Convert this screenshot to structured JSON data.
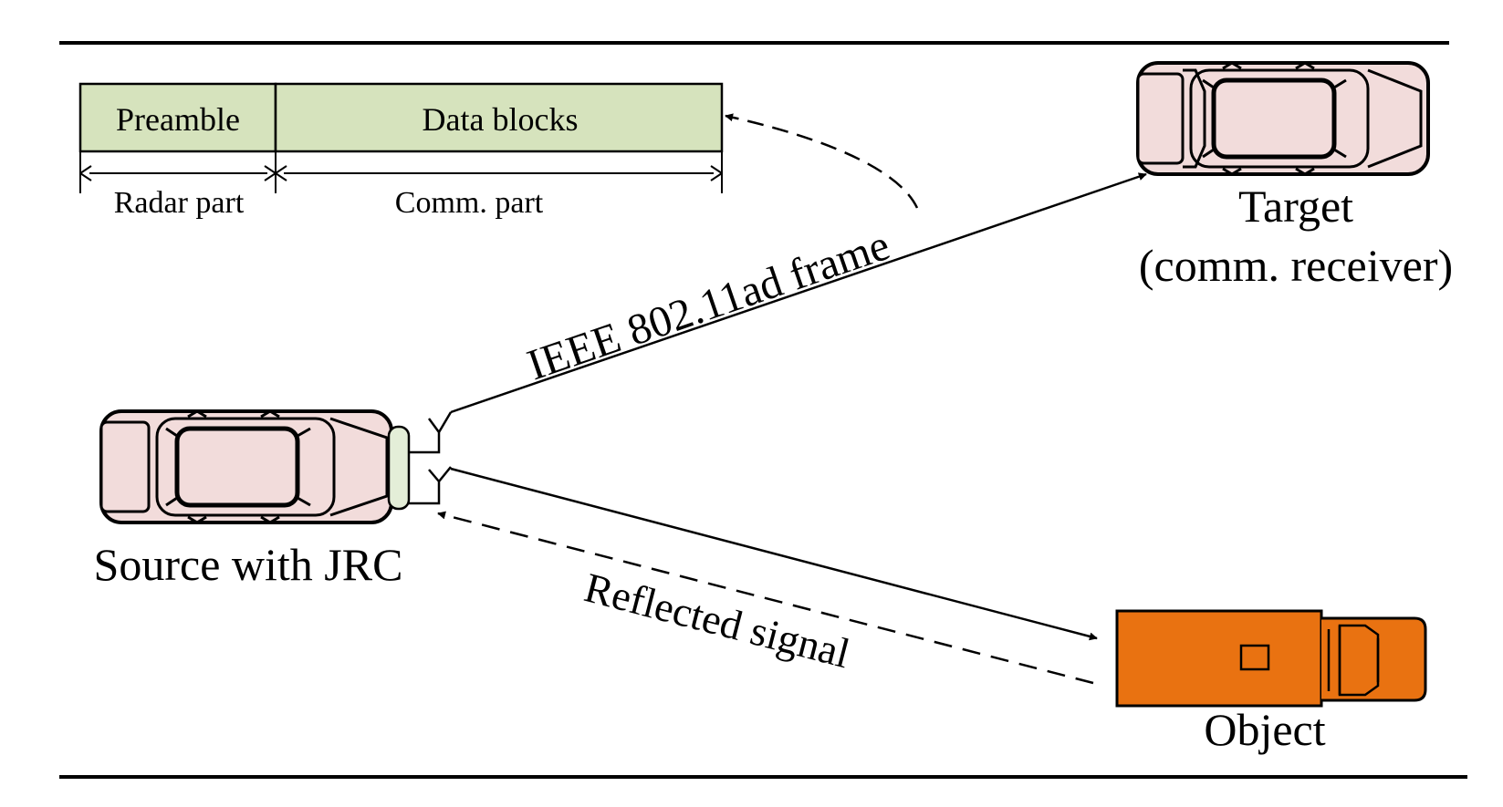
{
  "frame": {
    "preamble_label": "Preamble",
    "data_blocks_label": "Data blocks",
    "radar_part_label": "Radar part",
    "comm_part_label": "Comm. part"
  },
  "labels": {
    "frame_link": "IEEE 802.11ad frame",
    "reflected": "Reflected signal",
    "target_line1": "Target",
    "target_line2": "(comm. receiver)",
    "source": "Source with JRC",
    "object": "Object"
  },
  "colors": {
    "frame_fill": "#d6e3bd",
    "car_fill": "#f2dcdb",
    "radar_unit_fill": "#e4eed8",
    "truck_fill": "#e97211",
    "line": "#000000"
  }
}
